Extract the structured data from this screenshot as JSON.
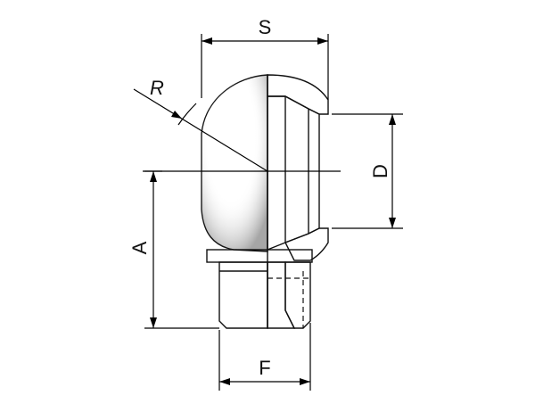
{
  "dimensions": {
    "s": "S",
    "r": "R",
    "d": "D",
    "a": "A",
    "f": "F"
  },
  "colors": {
    "line": "#000000",
    "metal_light": "#f2f2f2",
    "metal_mid": "#b8b8b8",
    "metal_dark": "#6e6e6e",
    "section": "#d9d9d9"
  }
}
